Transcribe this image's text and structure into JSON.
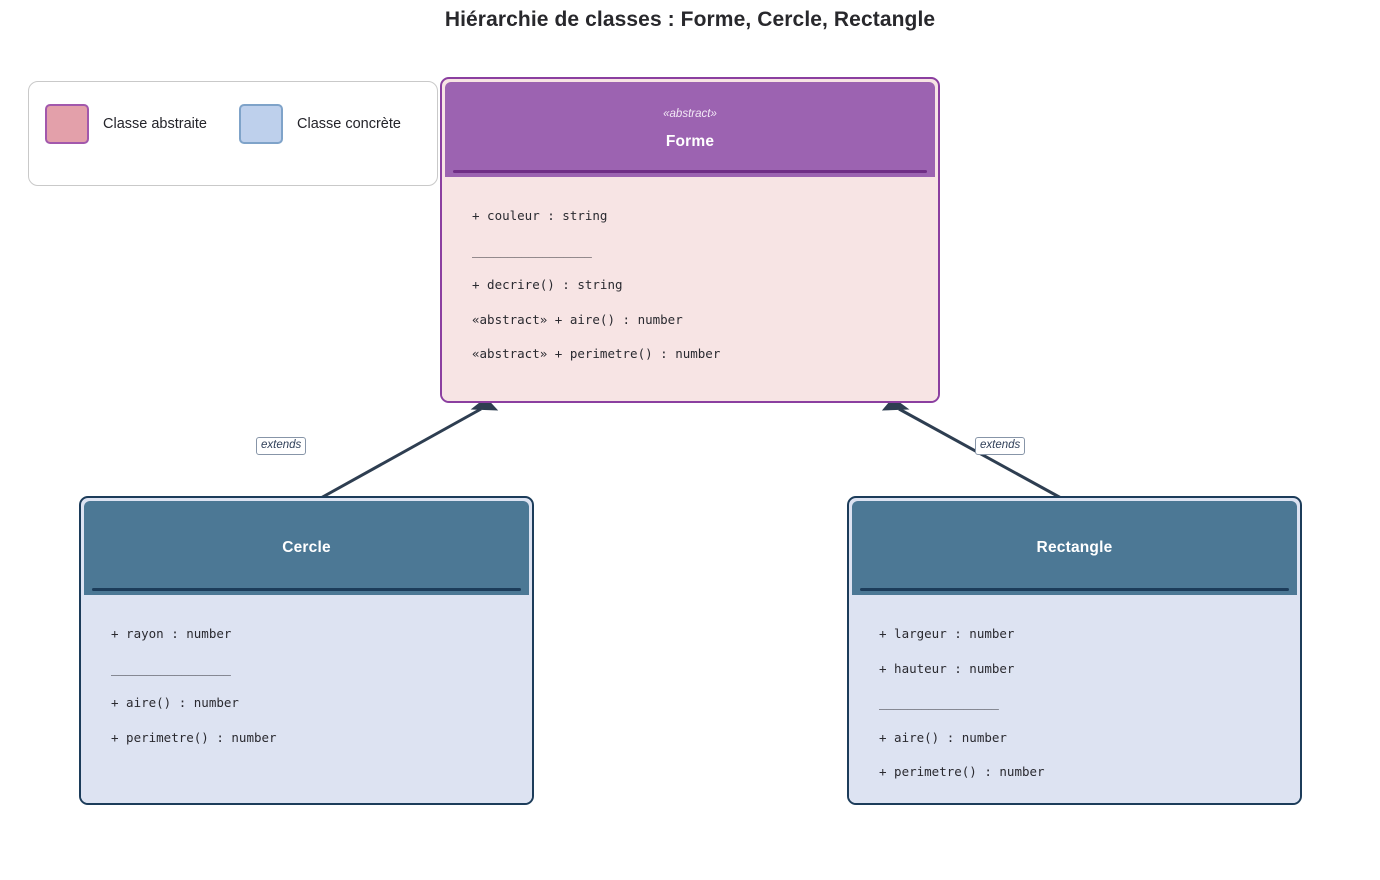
{
  "title": "Hiérarchie de classes : Forme, Cercle, Rectangle",
  "legend": {
    "items": [
      {
        "label": "Classe abstraite",
        "swatch_fill": "#e3a0aa",
        "swatch_border": "#a258ac",
        "kind": "abstract"
      },
      {
        "label": "Classe concrète",
        "swatch_fill": "#bed0ec",
        "swatch_border": "#7fa3c9",
        "kind": "concrete"
      }
    ]
  },
  "classes": {
    "forme": {
      "stereotype": "«abstract»",
      "name": "Forme",
      "header_fill": "#9c63b1",
      "border_color": "#8b3fa0",
      "body_fill": "#f7e4e4",
      "members": [
        "+ couleur : string",
        "_________________",
        "+ decrire() : string",
        "«abstract» + aire() : number",
        "«abstract» + perimetre() : number"
      ]
    },
    "cercle": {
      "stereotype": "",
      "name": "Cercle",
      "header_fill": "#4c7895",
      "border_color": "#1c3c5a",
      "body_fill": "#dde3f2",
      "members": [
        "+ rayon : number",
        "_________________",
        "+ aire() : number",
        "+ perimetre() : number"
      ]
    },
    "rectangle": {
      "stereotype": "",
      "name": "Rectangle",
      "header_fill": "#4c7895",
      "border_color": "#1c3c5a",
      "body_fill": "#dde3f2",
      "members": [
        "+ largeur : number",
        "+ hauteur : number",
        "_________________",
        "+ aire() : number",
        "+ perimetre() : number"
      ]
    }
  },
  "edges": [
    {
      "from": "Cercle",
      "to": "Forme",
      "label": "extends",
      "arrow": "solid-triangle"
    },
    {
      "from": "Rectangle",
      "to": "Forme",
      "label": "extends",
      "arrow": "solid-triangle"
    }
  ],
  "edge_color": "#2e3e51"
}
